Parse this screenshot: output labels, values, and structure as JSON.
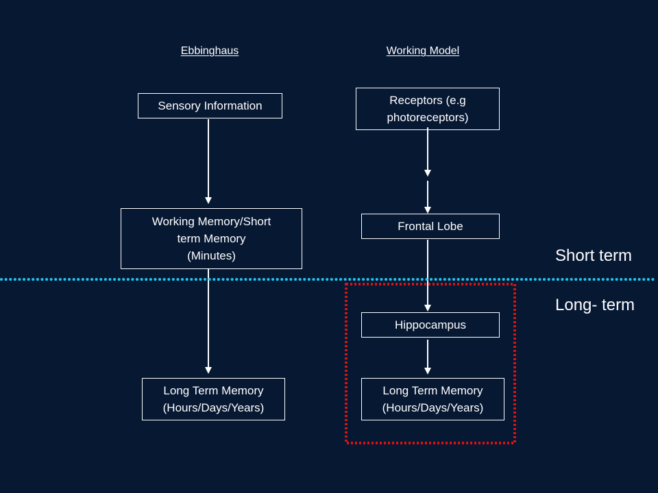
{
  "columns": {
    "ebbinghaus": {
      "heading": "Ebbinghaus",
      "boxes": [
        {
          "lines": [
            "Sensory Information"
          ]
        },
        {
          "lines": [
            "Working Memory/Short",
            "term Memory",
            "(Minutes)"
          ]
        },
        {
          "lines": [
            "Long Term Memory",
            "(Hours/Days/Years)"
          ]
        }
      ]
    },
    "working_model": {
      "heading": "Working Model",
      "boxes": [
        {
          "lines": [
            "Receptors (e.g",
            "photoreceptors)"
          ]
        },
        {
          "lines": [
            "Frontal Lobe"
          ]
        },
        {
          "lines": [
            "Hippocampus"
          ]
        },
        {
          "lines": [
            "Long Term Memory",
            "(Hours/Days/Years)"
          ]
        }
      ]
    }
  },
  "divider": {
    "color": "#1ec8f0"
  },
  "labels": {
    "short_term": "Short term",
    "long_term": "Long- term"
  },
  "highlight": {
    "color": "#e01010"
  }
}
